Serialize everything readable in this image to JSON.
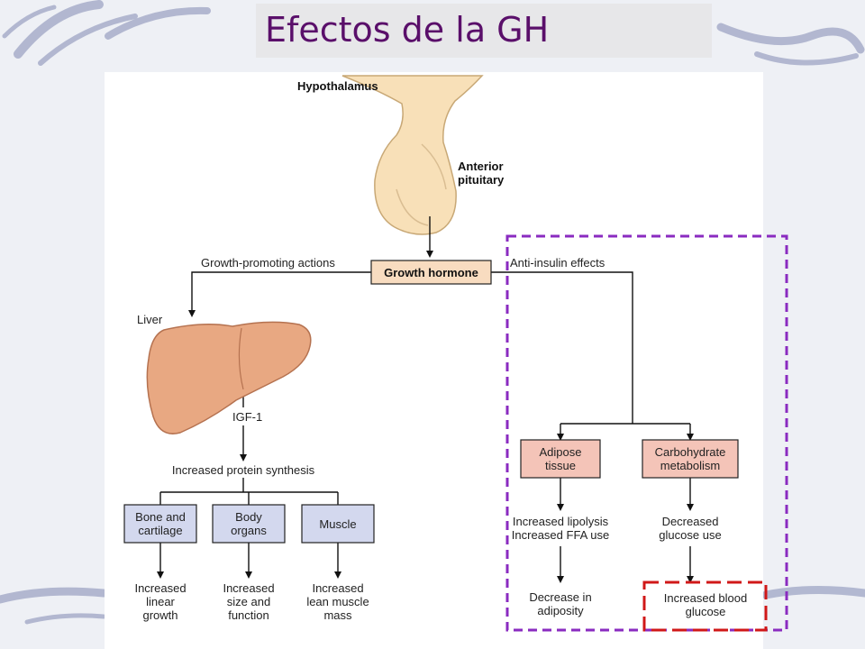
{
  "title": "Efectos de la GH",
  "colors": {
    "title_text": "#5a0f6a",
    "hormone_box": "#f8dcc0",
    "effect_box": "#f4c4b8",
    "target_box": "#d3d8ee",
    "anti_insulin_dash": "#8a2bc0",
    "highlight_dash": "#d01818"
  },
  "diagram": {
    "hypothalamus": "Hypothalamus",
    "anterior_pituitary": "Anterior\npituitary",
    "growth_hormone": "Growth hormone",
    "growth_promoting": "Growth-promoting actions",
    "anti_insulin": "Anti-insulin effects",
    "liver": "Liver",
    "igf1": "IGF-1",
    "protein_synthesis": "Increased protein synthesis",
    "bone": "Bone and\ncartilage",
    "organs": "Body\norgans",
    "muscle": "Muscle",
    "bone_effect": "Increased\nlinear\ngrowth",
    "organs_effect": "Increased\nsize and\nfunction",
    "muscle_effect": "Increased\nlean muscle\nmass",
    "adipose": "Adipose\ntissue",
    "carbohydrate": "Carbohydrate\nmetabolism",
    "adipose_effect": "Increased lipolysis\nIncreased FFA use",
    "carbohydrate_effect": "Decreased\nglucose use",
    "adipose_result": "Decrease in\nadiposity",
    "carbohydrate_result": "Increased blood\nglucose"
  }
}
